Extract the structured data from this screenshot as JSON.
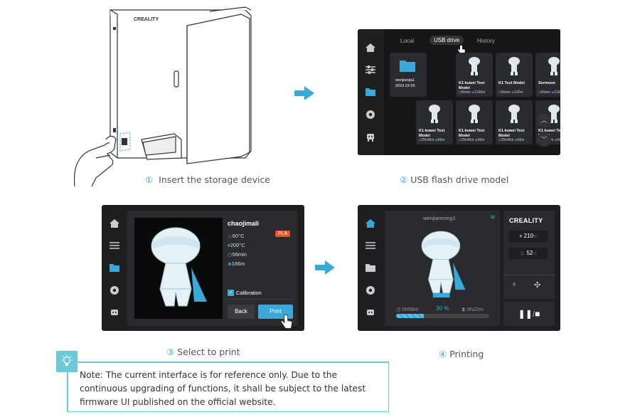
{
  "steps": [
    {
      "marker": "①",
      "caption": "Insert the storage device"
    },
    {
      "marker": "②",
      "caption": "USB flash drive model"
    },
    {
      "marker": "③",
      "caption": "Select to print"
    },
    {
      "marker": "④",
      "caption": "Printing"
    }
  ],
  "printer_logo": "CREALITY",
  "usb_screen": {
    "tabs": [
      "Local",
      "USB drive",
      "History"
    ],
    "folder": {
      "name": "wenjianjia1",
      "date": "2023 03 05"
    },
    "files": [
      {
        "name": "K1 kuwei Test Model",
        "time": "56min",
        "length": "1166m"
      },
      {
        "name": "K1 Test Model",
        "time": "56min",
        "length": "100m"
      },
      {
        "name": "Sermoon",
        "time": "60min",
        "length": "1166m"
      },
      {
        "name": "K1 kuwei Test Model",
        "time": "25h46m",
        "length": "66m"
      },
      {
        "name": "K1 kuwei Test Model",
        "time": "25h46m",
        "length": "66m"
      },
      {
        "name": "K1 kuwei Test Model",
        "time": "25h46m",
        "length": "66m"
      },
      {
        "name": "K1 kuwei Test Model",
        "time": "25h46m",
        "length": "66m"
      }
    ]
  },
  "select_screen": {
    "file_name": "chaojimali",
    "material": "PLA",
    "bed_temp": "60°C",
    "nozzle_temp": "200°C",
    "time": "56min",
    "length": "166m",
    "calibration_label": "Calibration",
    "back_label": "Back",
    "print_label": "Print"
  },
  "printing_screen": {
    "file_name": "wenjianming1",
    "logo": "CREALITY",
    "nozzle_temp": "210",
    "nozzle_unit": "℃",
    "bed_temp": "52",
    "bed_unit": "℃",
    "elapsed": "0h58m",
    "progress_text": "30 %",
    "remaining": "-3h22m",
    "progress": 0.3
  },
  "note": "Note: The current interface is for reference only. Due to the continuous upgrading of functions, it shall be subject to the latest firmware UI published on the official website.",
  "colors": {
    "accent": "#3aa8d8",
    "panel": "#1e1f21",
    "tile": "#2a2b2e",
    "pla": "#e8552c",
    "note_border": "#6ccad8"
  }
}
